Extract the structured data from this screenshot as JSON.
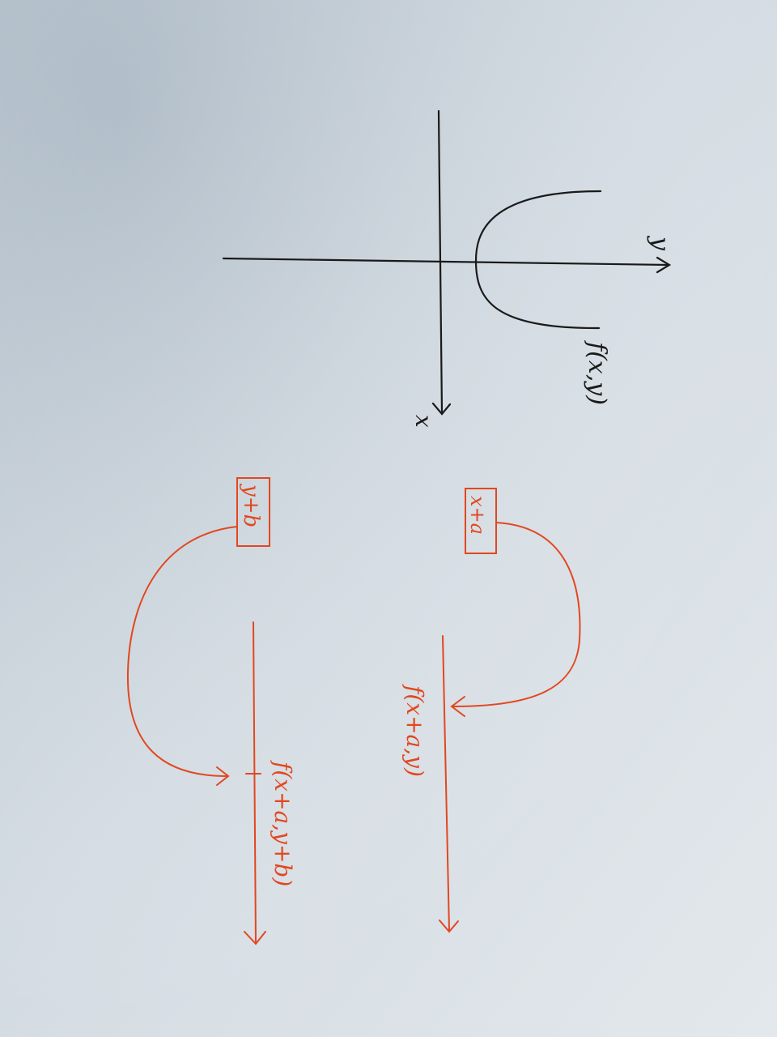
{
  "photo": {
    "subject": "Handwritten sketch on paper, photographed rotated 90 degrees",
    "colors": {
      "paper_light": "#dfe5ea",
      "paper_dark": "#b9c4ce",
      "ink_black": "#1a1a1a",
      "ink_orange": "#e2471f"
    }
  },
  "graph": {
    "axis_label_y": "y",
    "axis_label_x": "x",
    "curve_label": "f(x,y)"
  },
  "shift_x": {
    "box_label": "x+a",
    "result_label": "f(x+a,y)"
  },
  "shift_y": {
    "box_label": "y+b",
    "result_label": "f(x+a,y+b)"
  }
}
